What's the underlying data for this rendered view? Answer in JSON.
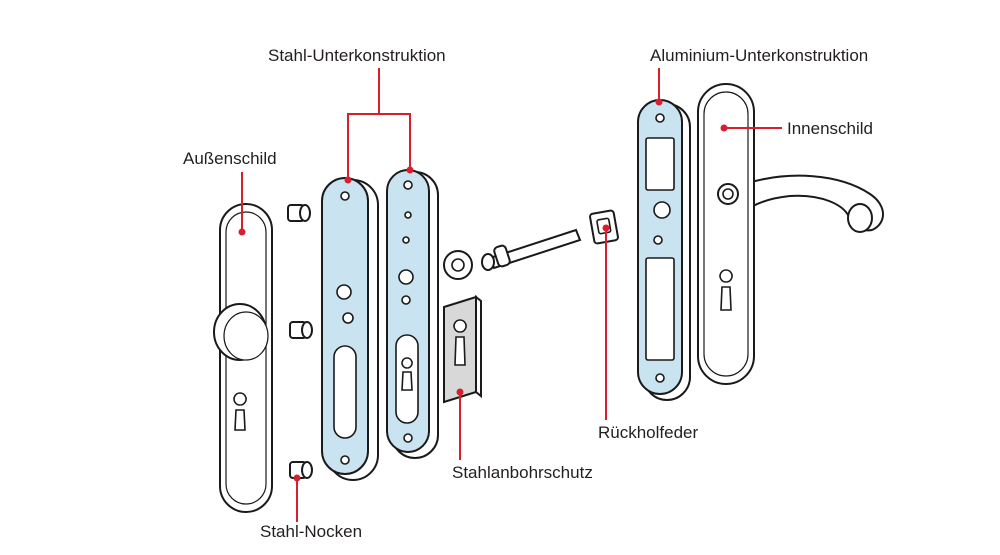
{
  "labels": {
    "stahl_unterkonstruktion": "Stahl-Unterkonstruktion",
    "aluminium_unterkonstruktion": "Aluminium-Unterkonstruktion",
    "aussenschild": "Außenschild",
    "innenschild": "Innenschild",
    "rueckholfeder": "Rückholfeder",
    "stahlanbohrschutz": "Stahlanbohrschutz",
    "stahl_nocken": "Stahl-Nocken"
  },
  "colors": {
    "leader": "#d6202e",
    "steel_part": "#c9e3f0",
    "outline": "#1a1a1a",
    "text": "#231f20"
  }
}
